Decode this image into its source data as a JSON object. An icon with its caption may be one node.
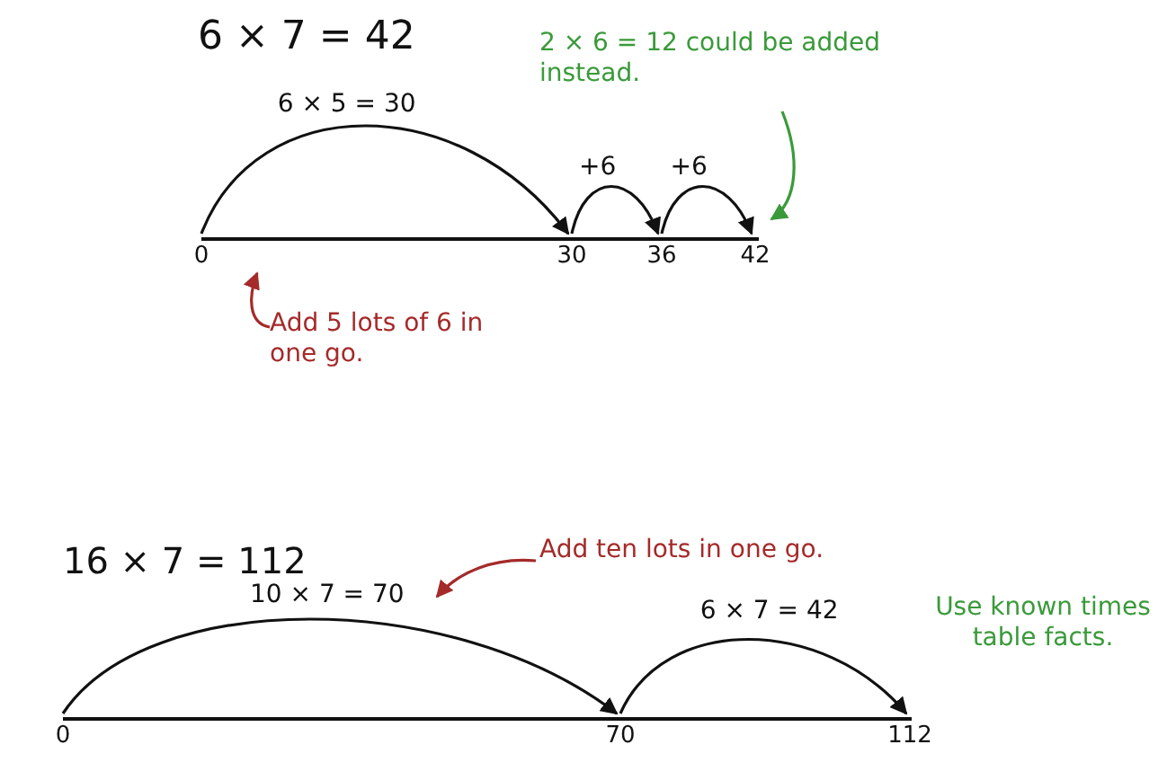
{
  "diagram": {
    "nodes": [
      {
        "text": [
          "0"
        ]
      },
      {
        "text": [
          "30"
        ]
      },
      {
        "text": [
          "36"
        ]
      },
      {
        "text": [
          "42"
        ]
      },
      {
        "text": [
          "0"
        ]
      },
      {
        "text": [
          "70"
        ]
      },
      {
        "text": [
          "112"
        ]
      },
      {
        "text": [
          "2 × 6 = 12 could be added instead."
        ]
      },
      {
        "text": [
          "Add 5 lots of 6 in one go."
        ]
      },
      {
        "text": [
          "Add ten lots in one go."
        ]
      }
    ],
    "edges": [
      {
        "from": 0,
        "to": 1,
        "arrow": "to",
        "label": "6 × 5 = 30"
      },
      {
        "from": 1,
        "to": 2,
        "arrow": "to",
        "label": "+6"
      },
      {
        "from": 2,
        "to": 3,
        "arrow": "to",
        "label": "+6"
      },
      {
        "from": 4,
        "to": 5,
        "arrow": "to",
        "label": "10 × 7 = 70"
      },
      {
        "from": 5,
        "to": 6,
        "arrow": "to",
        "label": "6 × 7 = 42"
      },
      {
        "from": 7,
        "to": 3,
        "arrow": "to",
        "color": "#3a9a3a"
      },
      {
        "from": 8,
        "to": null,
        "arrow": "to",
        "color": "#a52a2a"
      },
      {
        "from": 9,
        "to": null,
        "arrow": "to",
        "color": "#a52a2a"
      }
    ],
    "labels": [
      "6 × 7 = 42",
      "16 × 7 = 112",
      "Use known times table facts."
    ]
  }
}
